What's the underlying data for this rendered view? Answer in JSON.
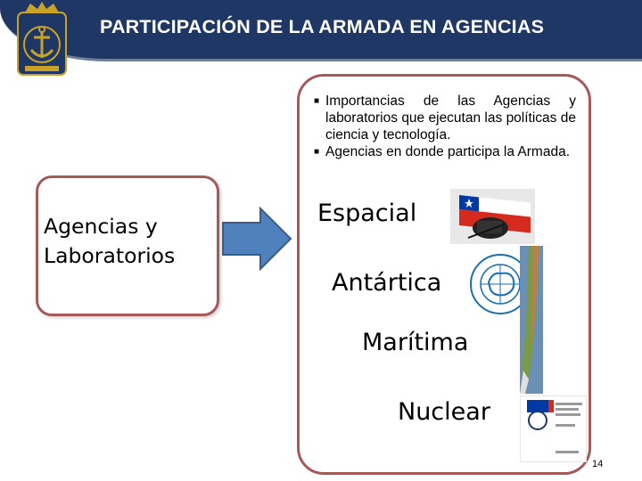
{
  "header": {
    "title": "PARTICIPACIÓN DE LA ARMADA EN AGENCIAS"
  },
  "left_box": {
    "label": "Agencias y\nLaboratorios"
  },
  "bullets": [
    "Importancias de las Agencias y laboratorios que ejecutan las políticas de ciencia y tecnología.",
    "Agencias en donde participa la Armada."
  ],
  "agencies": {
    "espacial": "Espacial",
    "antartica": "Antártica",
    "maritima": "Marítima",
    "nuclear": "Nuclear"
  },
  "colors": {
    "header_bg": "#1f3764",
    "box_border": "#a55a5a",
    "arrow_fill": "#4f81bd"
  },
  "icons": {
    "emblem": "navy-emblem-icon",
    "arrow": "arrow-right-icon"
  },
  "page_number": "14"
}
